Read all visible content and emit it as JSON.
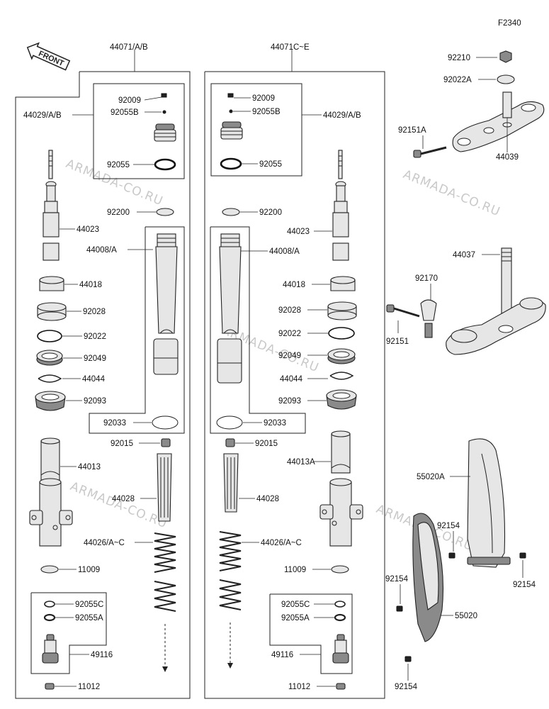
{
  "drawing_code": "F2340",
  "front_label": "FRONT",
  "watermark": "ARMADA-CO.RU",
  "labels": {
    "l_44071ab": "44071/A/B",
    "l_92009": "92009",
    "l_92055b": "92055B",
    "l_44029ab": "44029/A/B",
    "l_92055": "92055",
    "l_92200": "92200",
    "l_44023": "44023",
    "l_44008a": "44008/A",
    "l_44018": "44018",
    "l_92028": "92028",
    "l_92022": "92022",
    "l_92049": "92049",
    "l_44044": "44044",
    "l_92093": "92093",
    "l_92033": "92033",
    "l_92015": "92015",
    "l_44013": "44013",
    "l_44028": "44028",
    "l_44026": "44026/A~C",
    "l_11009": "11009",
    "l_92055c": "92055C",
    "l_92055a": "92055A",
    "l_49116": "49116",
    "l_11012": "11012",
    "r_44071ce": "44071C~E",
    "r_92009": "92009",
    "r_92055b": "92055B",
    "r_44029ab": "44029/A/B",
    "r_92055": "92055",
    "r_92200": "92200",
    "r_44023": "44023",
    "r_44008a": "44008/A",
    "r_44018": "44018",
    "r_92028": "92028",
    "r_92022": "92022",
    "r_92049": "92049",
    "r_44044": "44044",
    "r_92093": "92093",
    "r_92033": "92033",
    "r_92015": "92015",
    "r_44013a": "44013A",
    "r_44028": "44028",
    "r_44026": "44026/A~C",
    "r_11009": "11009",
    "r_92055c": "92055C",
    "r_92055a": "92055A",
    "r_49116": "49116",
    "r_11012": "11012",
    "c_92210": "92210",
    "c_92022a": "92022A",
    "c_92151a": "92151A",
    "c_44039": "44039",
    "c_44037": "44037",
    "c_92170": "92170",
    "c_92151": "92151",
    "c_55020a": "55020A",
    "c_92154a": "92154",
    "c_92154b": "92154",
    "c_92154c": "92154",
    "c_55020": "55020",
    "c_92154d": "92154"
  },
  "colors": {
    "line": "#222222",
    "part_fill": "#e6e6e6",
    "watermark": "#c9c9c9"
  }
}
